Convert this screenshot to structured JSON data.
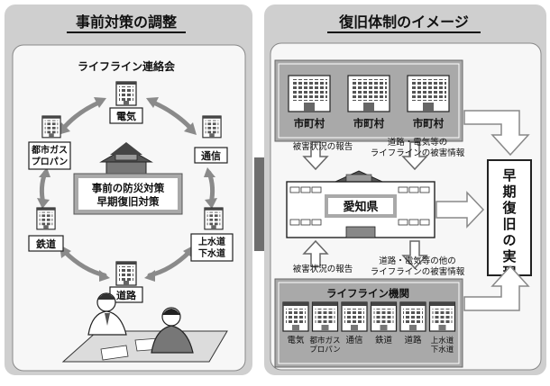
{
  "left_panel": {
    "title": "事前対策の調整",
    "council_label": "ライフライン連絡会",
    "nodes": {
      "electricity": "電気",
      "telecom": "通信",
      "gas": "都市ガス\nプロパン",
      "railway": "鉄道",
      "water": "上水道\n下水道",
      "road": "道路"
    },
    "center_lines": [
      "事前の防災対策",
      "早期復旧対策"
    ]
  },
  "right_panel": {
    "title": "復旧体制のイメージ",
    "municipalities": [
      "市町村",
      "市町村",
      "市町村"
    ],
    "upper_left_label": "被害状況の報告",
    "upper_right_label": "道路・電気等の\nライフラインの被害情報",
    "prefecture": "愛知県",
    "lower_left_label": "被害状況の報告",
    "lower_right_label": "道路・電気等の他の\nライフラインの被害情報",
    "lifeline_org_title": "ライフライン機関",
    "org_labels": [
      "電気",
      "都市ガス\nプロパン",
      "通信",
      "鉄道",
      "道路",
      "上水道\n下水道"
    ],
    "result": "早期復旧の実現"
  },
  "colors": {
    "background": "#ffffff",
    "panel_outer": "#cfcfcf",
    "panel_inner": "#f7f7f7",
    "box_gray": "#a9a9a9",
    "arrow_gray": "#9a9a9a",
    "dark_arrow": "#6e6e6e"
  }
}
